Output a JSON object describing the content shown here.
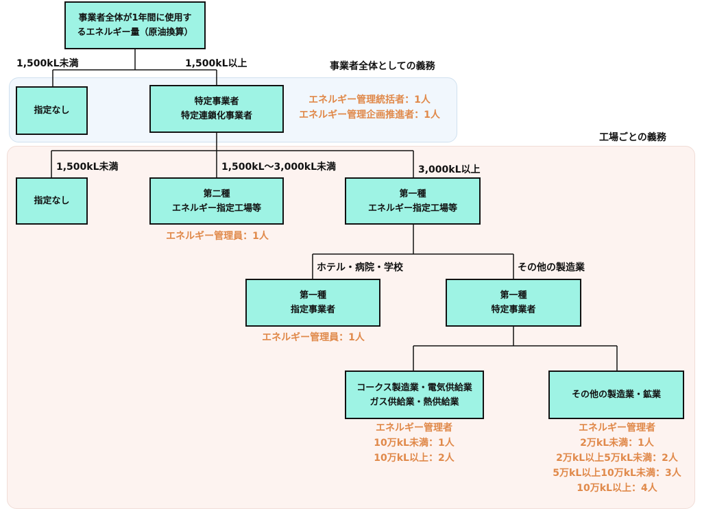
{
  "colors": {
    "box_fill": "#9ef3e4",
    "box_border": "#111111",
    "duty_text": "#e0894a",
    "company_region_fill": "#f1f7fd",
    "company_region_border": "#cfe0ef",
    "factory_region_fill": "#fdf3f0",
    "factory_region_border": "#f0dcd6"
  },
  "region_labels": {
    "company": "事業者全体としての義務",
    "factory": "工場ごとの義務"
  },
  "nodes": {
    "root": [
      "事業者全体が1年間に使用す",
      "るエネルギー量（原油換算）"
    ],
    "none_company": [
      "指定なし"
    ],
    "specified_operator": [
      "特定事業者",
      "特定連鎖化事業者"
    ],
    "none_factory": [
      "指定なし"
    ],
    "type2_factory": [
      "第二種",
      "エネルギー指定工場等"
    ],
    "type1_factory": [
      "第一種",
      "エネルギー指定工場等"
    ],
    "type1_designated": [
      "第一種",
      "指定事業者"
    ],
    "type1_specified": [
      "第一種",
      "特定事業者"
    ],
    "coke_power": [
      "コークス製造業・電気供給業",
      "ガス供給業・熱供給業"
    ],
    "other_mining": [
      "その他の製造業・鉱業"
    ]
  },
  "edge_labels": {
    "company_under": "1,500kL未満",
    "company_over": "1,500kL以上",
    "factory_under": "1,500kL未満",
    "factory_mid": "1,500kL〜3,000kL未満",
    "factory_over": "3,000kL以上",
    "hotel": "ホテル・病院・学校",
    "other_mfg": "その他の製造業"
  },
  "duties": {
    "company": [
      "エネルギー管理統括者：1人",
      "エネルギー管理企画推進者：1人"
    ],
    "type2": [
      "エネルギー管理員：1人"
    ],
    "type1_designated": [
      "エネルギー管理員：1人"
    ],
    "coke_power": [
      "エネルギー管理者",
      "10万kL未満：1人",
      "10万kL以上：2人"
    ],
    "other_mining": [
      "エネルギー管理者",
      "2万kL未満：1人",
      "2万kL以上5万kL未満：2人",
      "5万kL以上10万kL未満：3人",
      "10万kL以上：4人"
    ]
  }
}
